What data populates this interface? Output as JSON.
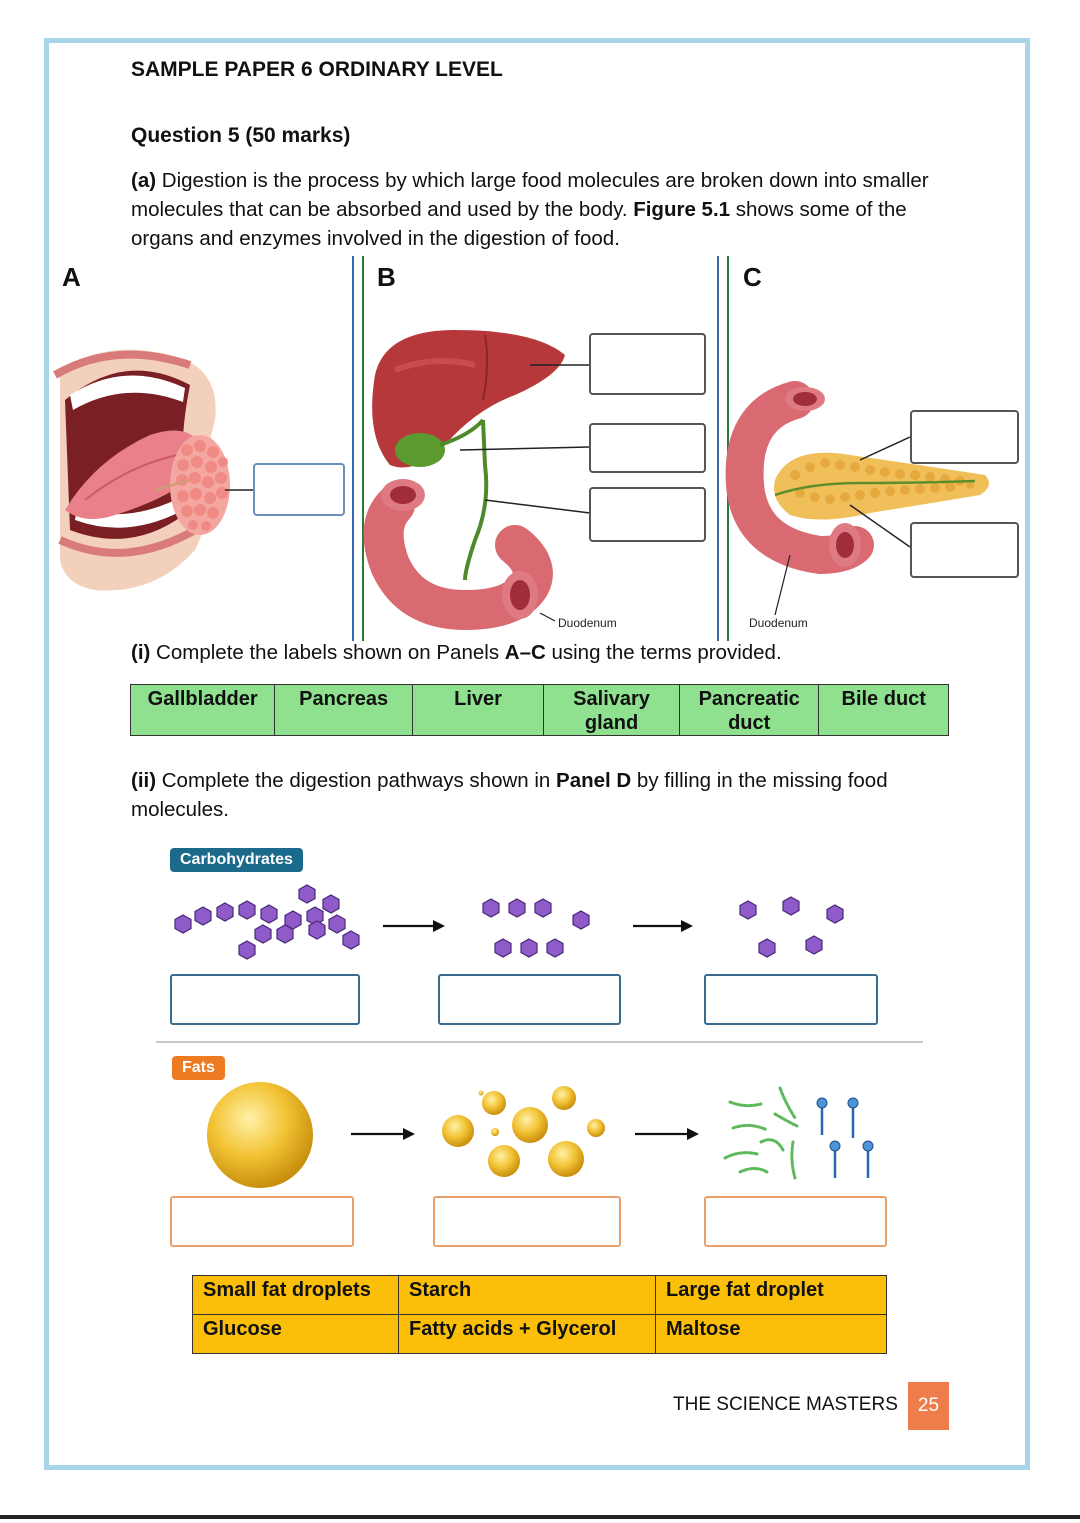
{
  "header": "SAMPLE PAPER 6 ORDINARY LEVEL",
  "question_title": "Question 5 (50 marks)",
  "part_a": {
    "label": "(a)",
    "text1": " Digestion is the process by which large food molecules are broken down into smaller molecules that can be absorbed and used by the body. ",
    "figure_ref": "Figure 5.1",
    "text2": " shows some of the organs and enzymes involved in the digestion of food."
  },
  "panels": {
    "a": "A",
    "b": "B",
    "c": "C",
    "duodenum_b": "Duodenum",
    "duodenum_c": "Duodenum"
  },
  "part_i": {
    "label": "(i)",
    "text1": " Complete the labels shown on Panels ",
    "bold": "A–C",
    "text2": " using the terms provided."
  },
  "terms": [
    "Gallbladder",
    "Pancreas",
    "Liver",
    "Salivary gland",
    "Pancreatic duct",
    "Bile duct"
  ],
  "part_ii": {
    "label": "(ii)",
    "text1": " Complete the digestion pathways shown in ",
    "bold": "Panel D",
    "text2": " by filling in the missing food molecules."
  },
  "pathways": {
    "carbs_tag": "Carbohydrates",
    "fats_tag": "Fats"
  },
  "food_terms": [
    [
      "Small fat droplets",
      "Starch",
      "Large fat droplet"
    ],
    [
      "Glucose",
      "Fatty acids + Glycerol",
      "Maltose"
    ]
  ],
  "footer": {
    "text": "THE SCIENCE MASTERS",
    "page": "25"
  },
  "colors": {
    "frame": "#a9d5ea",
    "terms_bg": "#8fe08f",
    "food_bg": "#fbbf0a",
    "carbs_tag": "#1b6a8c",
    "fats_tag": "#ee7a22",
    "page_badge": "#ef7d4b"
  }
}
